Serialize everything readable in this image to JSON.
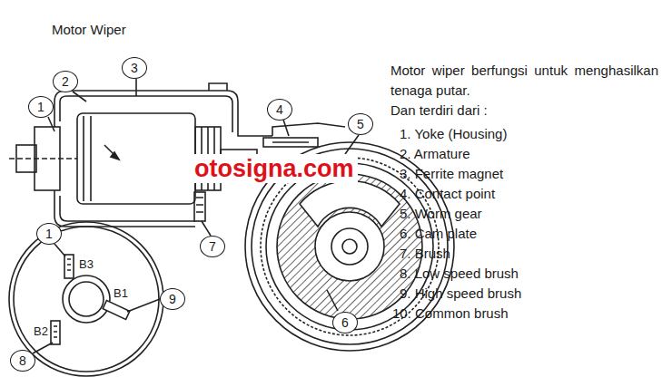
{
  "diagram": {
    "title": "Motor Wiper",
    "nodes": [
      {
        "text": [
          "3"
        ]
      },
      {
        "text": [
          "2"
        ]
      },
      {
        "text": [
          "1"
        ]
      },
      {
        "text": [
          "4"
        ]
      },
      {
        "text": [
          "5"
        ]
      },
      {
        "text": [
          "1"
        ]
      },
      {
        "text": [
          "7"
        ]
      },
      {
        "text": [
          "9"
        ]
      },
      {
        "text": [
          "6"
        ]
      },
      {
        "text": [
          "8"
        ]
      }
    ],
    "labels": [
      "Motor wiper berfungsi untuk menghasilkan tenaga putar.",
      "Dan terdiri dari :",
      "1. Yoke (Housing)",
      "2. Armature",
      "3. Ferrite magnet",
      "4. Contact point",
      "5. Worm gear",
      "6. Cam plate",
      "7. Brush",
      "8. Low speed brush",
      "9. High speed brush",
      "10. Common brush",
      "otosigna.com",
      "B3",
      "B1",
      "B2"
    ]
  }
}
